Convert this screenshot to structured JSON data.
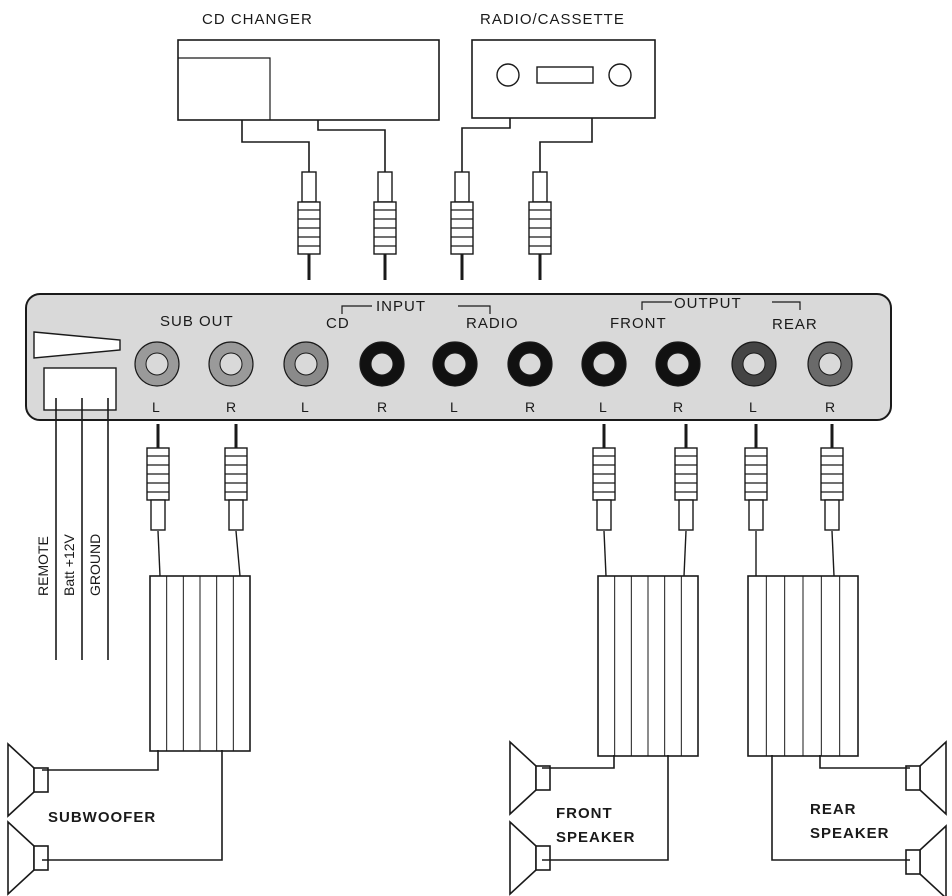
{
  "sources": {
    "cd_changer": "CD CHANGER",
    "radio_cassette": "RADIO/CASSETTE"
  },
  "panel": {
    "sub_out": "SUB OUT",
    "input": "INPUT",
    "cd": "CD",
    "radio": "RADIO",
    "output": "OUTPUT",
    "front": "FRONT",
    "rear": "REAR",
    "jack_channels": [
      "L",
      "R",
      "L",
      "R",
      "L",
      "R",
      "L",
      "R",
      "L",
      "R"
    ]
  },
  "power_wires": {
    "remote": "REMOTE",
    "batt": "Batt +12V",
    "ground": "GROUND"
  },
  "speakers": {
    "subwoofer": "SUBWOOFER",
    "front_line1": "FRONT",
    "front_line2": "SPEAKER",
    "rear_line1": "REAR",
    "rear_line2": "SPEAKER"
  }
}
